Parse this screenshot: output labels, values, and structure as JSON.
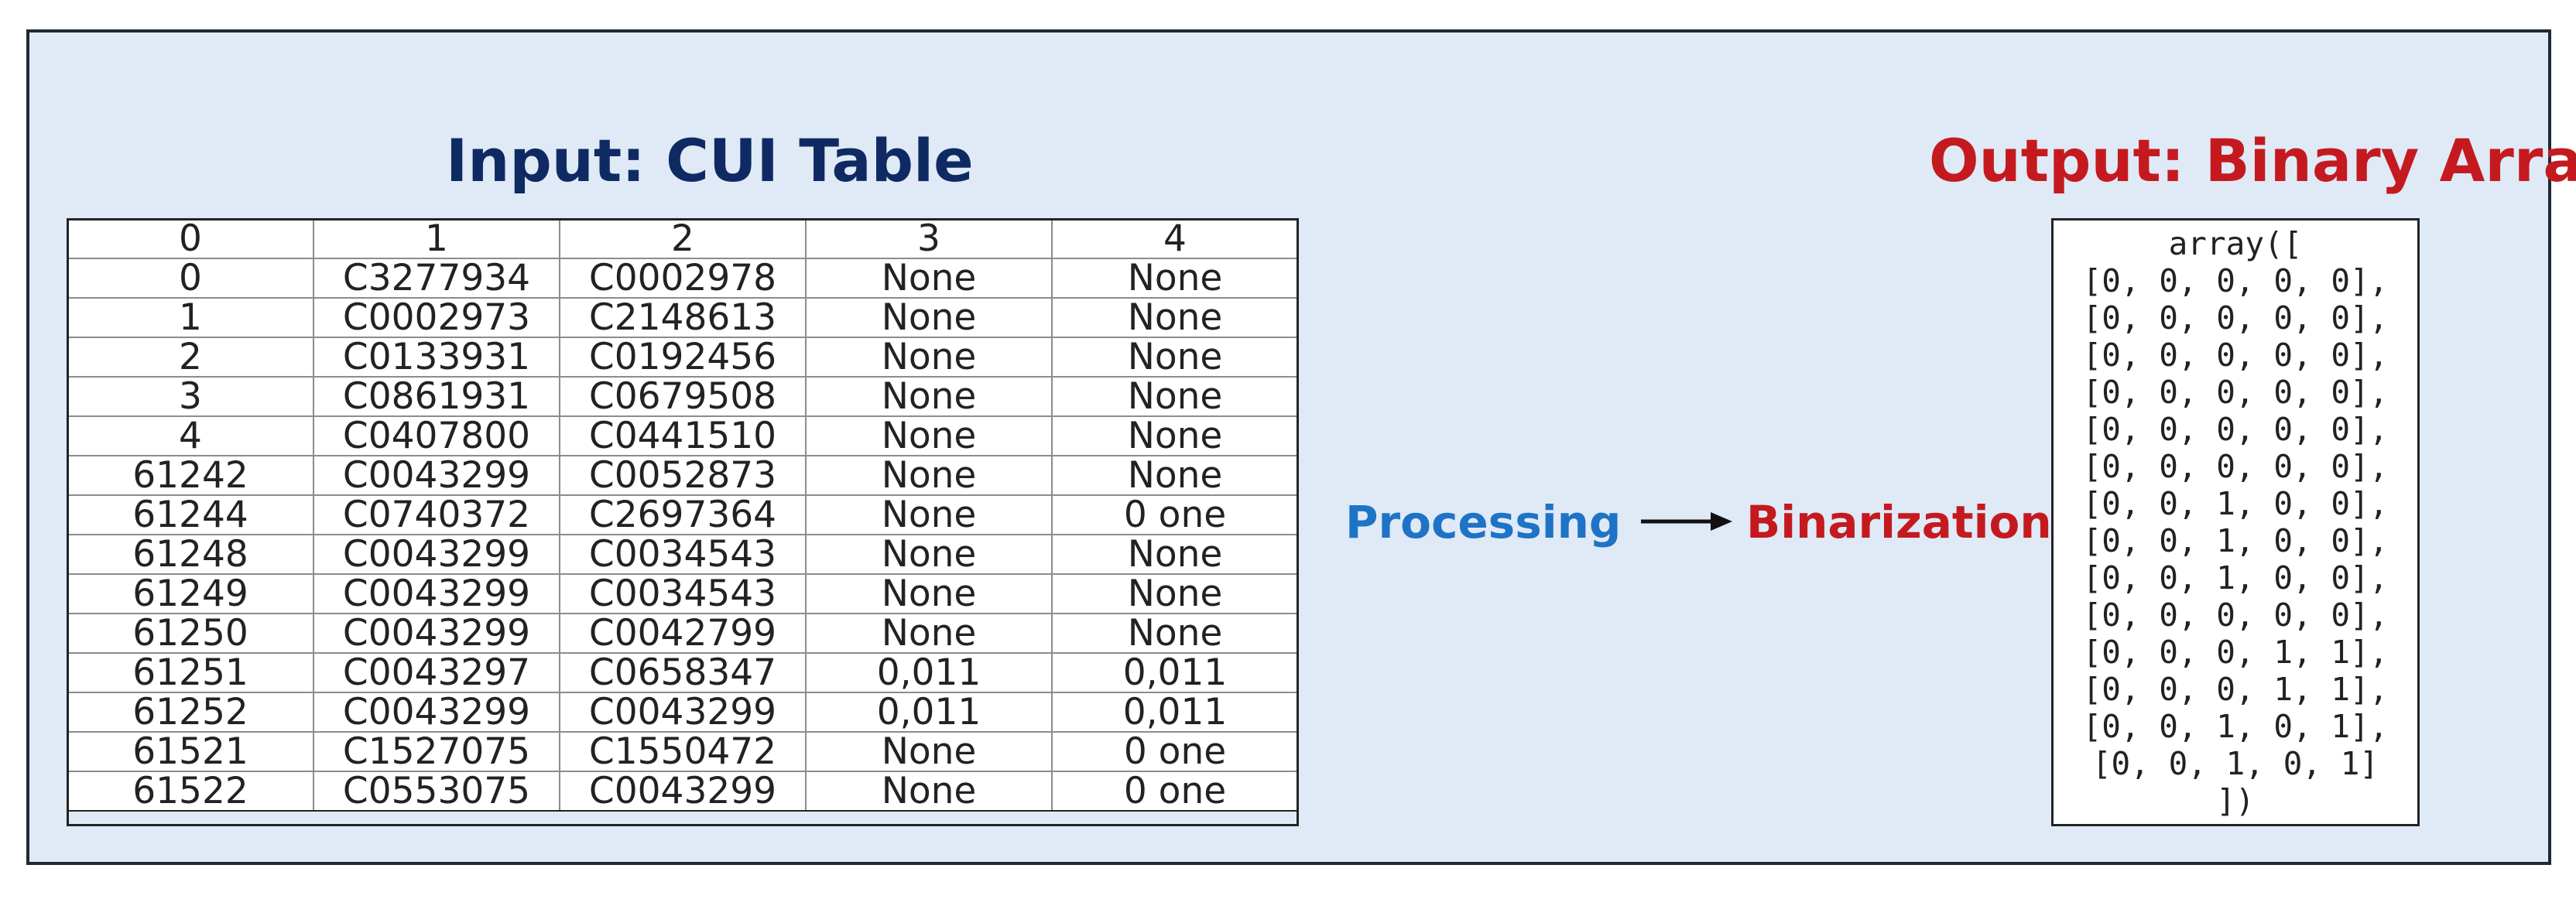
{
  "input": {
    "title": "Input: CUI Table",
    "header": [
      "0",
      "1",
      "2",
      "3",
      "4"
    ],
    "rows": [
      [
        "0",
        "C3277934",
        "C0002978",
        "None",
        "None"
      ],
      [
        "1",
        "C0002973",
        "C2148613",
        "None",
        "None"
      ],
      [
        "2",
        "C0133931",
        "C0192456",
        "None",
        "None"
      ],
      [
        "3",
        "C0861931",
        "C0679508",
        "None",
        "None"
      ],
      [
        "4",
        "C0407800",
        "C0441510",
        "None",
        "None"
      ],
      [
        "61242",
        "C0043299",
        "C0052873",
        "None",
        "None"
      ],
      [
        "61244",
        "C0740372",
        "C2697364",
        "None",
        "0 one"
      ],
      [
        "61248",
        "C0043299",
        "C0034543",
        "None",
        "None"
      ],
      [
        "61249",
        "C0043299",
        "C0034543",
        "None",
        "None"
      ],
      [
        "61250",
        "C0043299",
        "C0042799",
        "None",
        "None"
      ],
      [
        "61251",
        "C0043297",
        "C0658347",
        "0,011",
        "0,011"
      ],
      [
        "61252",
        "C0043299",
        "C0043299",
        "0,011",
        "0,011"
      ],
      [
        "61521",
        "C1527075",
        "C1550472",
        "None",
        "0 one"
      ],
      [
        "61522",
        "C0553075",
        "C0043299",
        "None",
        "0 one"
      ]
    ]
  },
  "pipeline": {
    "processing_label": "Processing",
    "binarization_label": "Binarization",
    "arrow_icon": "right-arrow-icon"
  },
  "output": {
    "title": "Output: Binary Array",
    "lines": [
      "array([",
      "[0, 0, 0, 0, 0],",
      "[0, 0, 0, 0, 0],",
      "[0, 0, 0, 0, 0],",
      "[0, 0, 0, 0, 0],",
      "[0, 0, 0, 0, 0],",
      "[0, 0, 0, 0, 0],",
      "[0, 0, 1, 0, 0],",
      "[0, 0, 1, 0, 0],",
      "[0, 0, 1, 0, 0],",
      "[0, 0, 0, 0, 0],",
      "[0, 0, 0, 1, 1],",
      "[0, 0, 0, 1, 1],",
      "[0, 0, 1, 0, 1],",
      "[0, 0, 1, 0, 1]",
      "])"
    ]
  },
  "colors": {
    "panel_background": "#dfeaf6",
    "input_title": "#0f2a63",
    "output_title": "#c41a1f",
    "processing": "#1f73c6",
    "binarization": "#c41a1f"
  }
}
